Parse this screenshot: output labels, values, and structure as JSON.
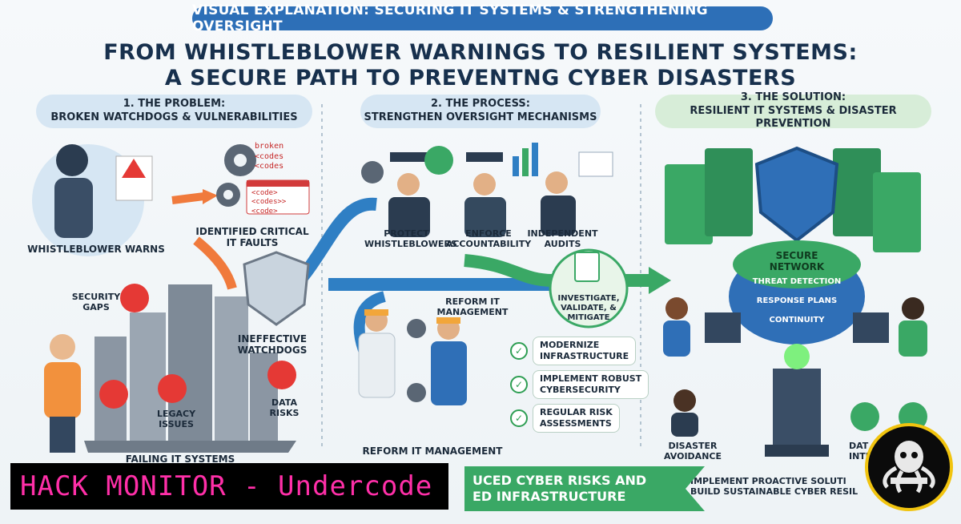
{
  "banner": "VISUAL EXPLANATION: SECURING IT SYSTEMS & STRENGTHENING OVERSIGHT",
  "title_line1": "FROM WHISTLEBLOWER WARNINGS TO RESILIENT SYSTEMS:",
  "title_line2": "A SECURE PATH TO PREVENTNG CYBER DISASTERS",
  "problem": {
    "header_line1": "1. THE PROBLEM:",
    "header_line2": "BROKEN WATCHDOGS & VULNERABILITIES",
    "code_broken": [
      "broken",
      "<codes",
      "<codes"
    ],
    "code_panel": [
      "<code>",
      "<codes>>",
      "<code>"
    ],
    "identified_line1": "IDENTIFIED CRITICAL",
    "identified_line2": "IT FAULTS",
    "whistleblower": "WHISTLEBLOWER WARNS",
    "security_gaps_line1": "SECURITY",
    "security_gaps_line2": "GAPS",
    "ineffective_line1": "INEFFECTIVE",
    "ineffective_line2": "WATCHDOGS",
    "legacy_line1": "LEGACY",
    "legacy_line2": "ISSUES",
    "data_risks_line1": "DATA",
    "data_risks_line2": "RISKS",
    "failing": "FAILING IT SYSTEMS"
  },
  "process": {
    "header_line1": "2. THE PROCESS:",
    "header_line2": "STRENGTHEN OVERSIGHT MECHANISMS",
    "protect_line1": "PROTECT",
    "protect_line2": "WHISTLEBLOWERS",
    "enforce_line1": "ENFORCE",
    "enforce_line2": "ACCOUNTABILITY",
    "audits_line1": "INDEPENDENT",
    "audits_line2": "AUDITS",
    "investigate_line1": "INVESTIGATE,",
    "investigate_line2": "VALIDATE, &",
    "investigate_line3": "MITIGATE",
    "reform_small_line1": "REFORM IT",
    "reform_small_line2": "MANAGEMENT",
    "items": [
      {
        "line1": "MODERNIZE",
        "line2": "INFRASTRUCTURE"
      },
      {
        "line1": "IMPLEMENT ROBUST",
        "line2": "CYBERSECURITY"
      },
      {
        "line1": "REGULAR RISK",
        "line2": "ASSESSMENTS"
      }
    ],
    "reform": "REFORM IT MANAGEMENT"
  },
  "solution": {
    "header_line1": "3. THE SOLUTION:",
    "header_line2": "RESILIENT IT SYSTEMS & DISASTER PREVENTION",
    "secure_line1": "SECURE",
    "secure_line2": "NETWORK",
    "layers": [
      "THREAT DETECTION",
      "RESPONSE PLANS",
      "CONTINUITY"
    ],
    "disaster_line1": "DISASTER",
    "disaster_line2": "AVOIDANCE",
    "data_integrity_line1": "DAT",
    "data_integrity_line2": "INTE",
    "implement_line1": "IMPLEMENT PROACTIVE SOLUTI",
    "implement_line2": "BUILD SUSTAINABLE CYBER RESIL"
  },
  "ribbon_line1": "UCED CYBER RISKS AND",
  "ribbon_line2": "ED INFRASTRUCTURE",
  "watermark": "HACK MONITOR - Undercode",
  "colors": {
    "blue": "#2d6fb7",
    "green": "#3aa865",
    "navy": "#17304d",
    "red": "#e53935",
    "pink": "#ff2fa8"
  }
}
